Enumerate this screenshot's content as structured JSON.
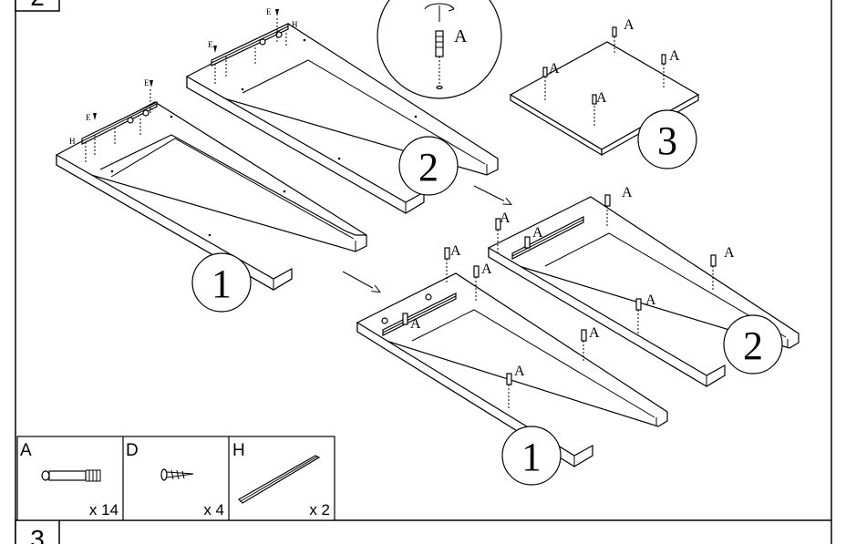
{
  "steps": {
    "step2_number": "2",
    "step3_number": "3"
  },
  "part_labels": {
    "label_1": "1",
    "label_2": "2",
    "label_3": "3"
  },
  "fastener_letters": {
    "A": "A",
    "E": "E",
    "H": "H"
  },
  "legend": [
    {
      "letter": "A",
      "qty": "x 14",
      "icon": "cam-bolt-icon"
    },
    {
      "letter": "D",
      "qty": "x 4",
      "icon": "screw-icon"
    },
    {
      "letter": "H",
      "qty": "x 2",
      "icon": "rail-strip-icon"
    }
  ],
  "colors": {
    "line": "#000000",
    "background": "#ffffff"
  }
}
